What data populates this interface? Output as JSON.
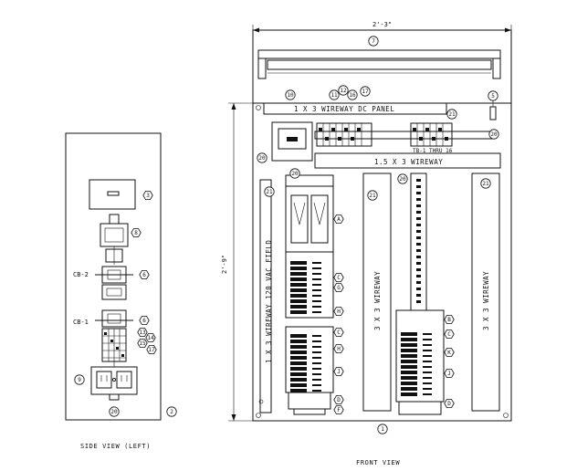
{
  "side_view": {
    "caption": "SIDE VIEW (LEFT)",
    "breaker_labels": [
      "CB-2",
      "CB-1"
    ],
    "callouts": [
      "3",
      "8",
      "6",
      "6",
      "13",
      "14",
      "15",
      "17",
      "9",
      "20",
      "2"
    ]
  },
  "front_view": {
    "caption": "FRONT VIEW",
    "width_dim": "2'-3\"",
    "height_dim": "2'-9\"",
    "wireway_dc_panel": "1 X 3 WIREWAY DC PANEL",
    "wireway_15x3": "1.5 X 3 WIREWAY",
    "wireway_vac_field": "1 X 3 WIREWAY 120 VAC FIELD",
    "wireway_3x3_a": "3 X 3 WIREWAY",
    "wireway_3x3_b": "3 X 3 WIREWAY",
    "tb_label": "TB-1 THRU 16",
    "callouts": [
      "7",
      "10",
      "11",
      "12",
      "16",
      "17",
      "5",
      "21",
      "20",
      "20",
      "20",
      "21",
      "21",
      "20",
      "21",
      "1"
    ],
    "letter_tags": [
      "A",
      "C",
      "G",
      "H",
      "C",
      "H",
      "J",
      "D",
      "F",
      "B",
      "C",
      "K",
      "J",
      "D"
    ]
  }
}
